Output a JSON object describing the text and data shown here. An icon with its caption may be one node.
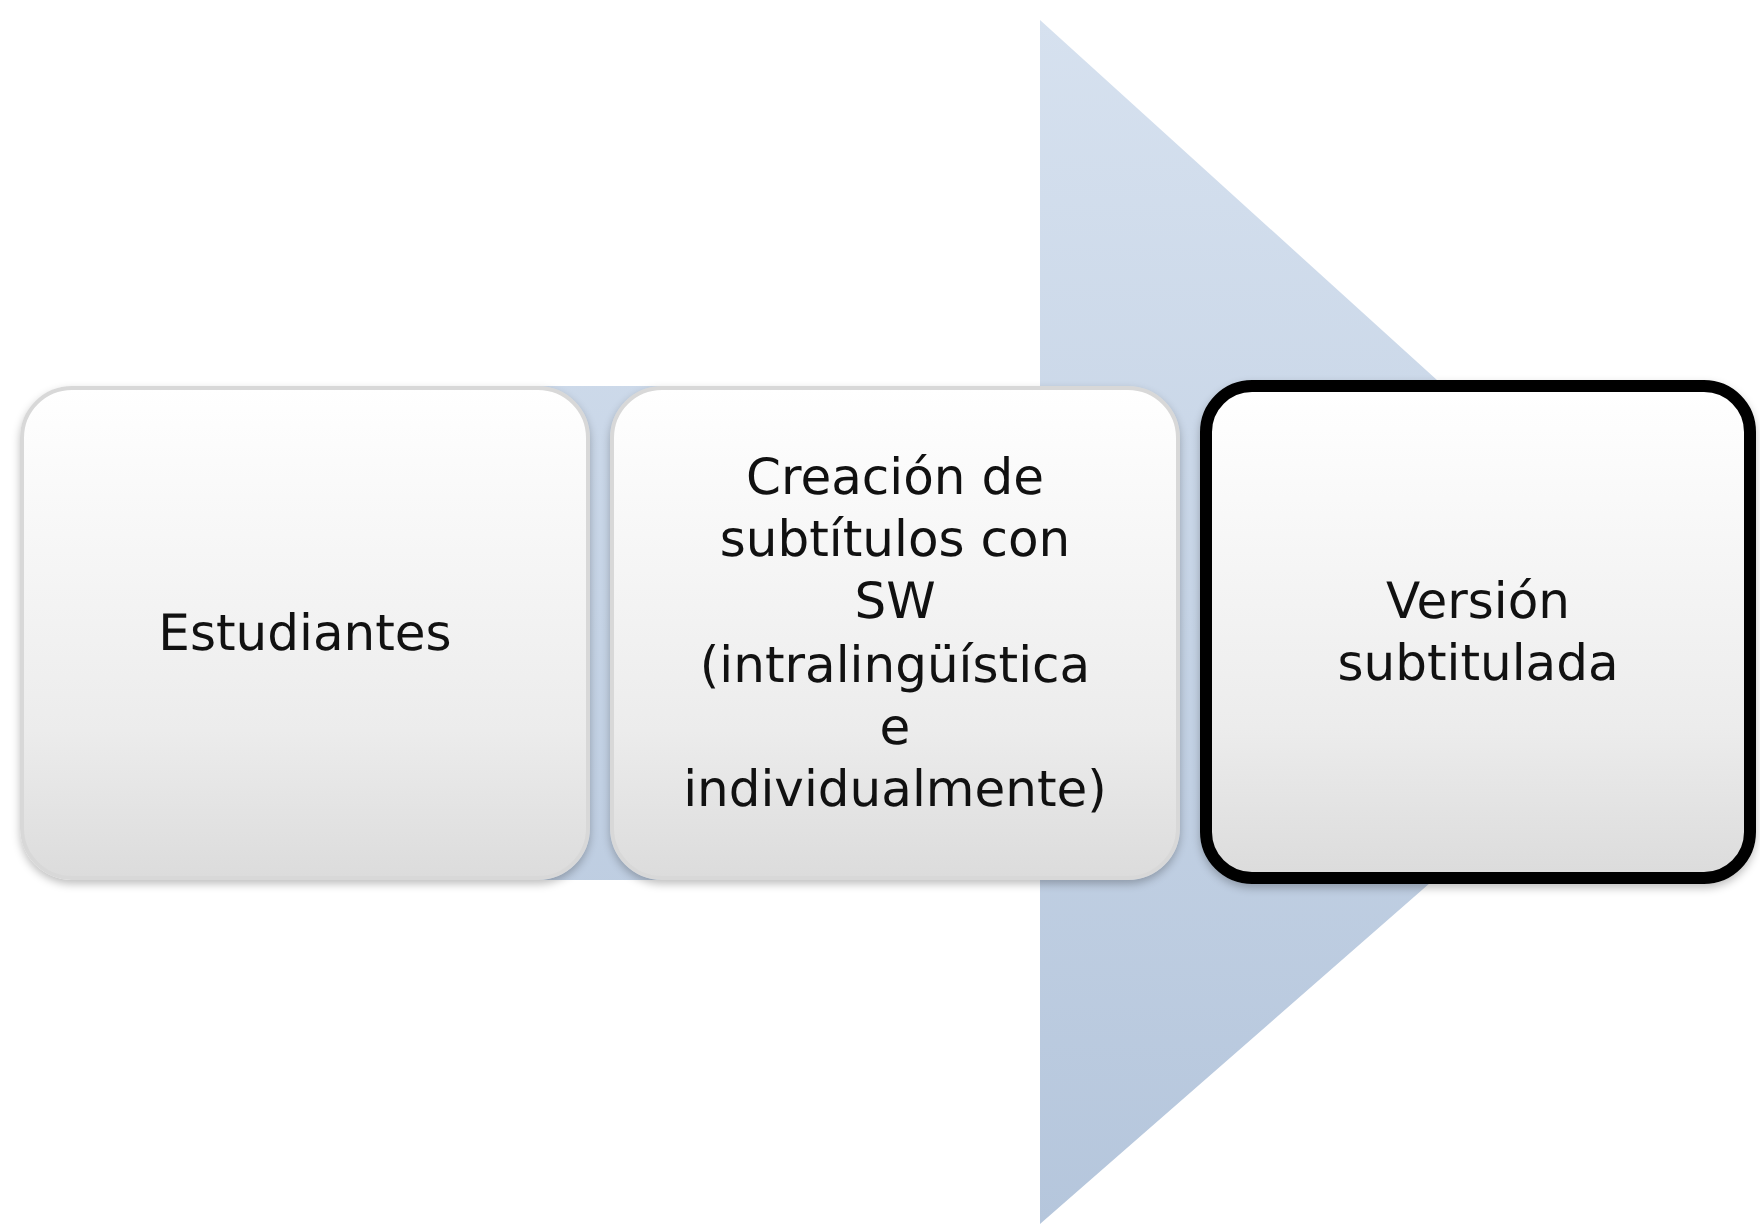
{
  "diagram": {
    "nodes": [
      {
        "text": [
          "Estudiantes"
        ]
      },
      {
        "text": [
          "Creación de subtítulos con SW (intralingüística e individualmente)"
        ]
      },
      {
        "text": [
          "Versión subtitulada"
        ]
      }
    ],
    "edges": [
      {
        "from": 0,
        "to": 2,
        "arrow": "to",
        "style": "thick"
      }
    ]
  }
}
